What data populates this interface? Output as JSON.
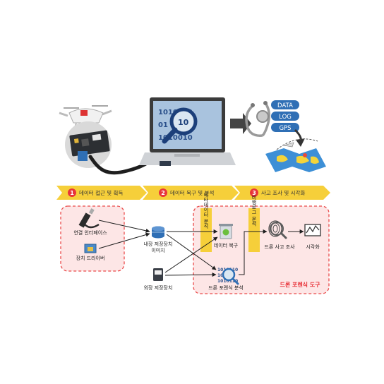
{
  "top_illustration": {
    "binary_lines": [
      "1010010",
      "01 10",
      "1010010"
    ],
    "magnifier_digits": "10",
    "tags": [
      "DATA",
      "LOG",
      "GPS"
    ]
  },
  "phases": [
    {
      "number": "1",
      "label": "데이터 접근 및 획득"
    },
    {
      "number": "2",
      "label": "데이터 복구 및 분석"
    },
    {
      "number": "3",
      "label": "사고 조사 및 시각화"
    }
  ],
  "nodes": {
    "connection_interface": "연결 인터페이스",
    "device_driver": "장치 드라이버",
    "internal_storage": [
      "내장 저장장치",
      "이미지"
    ],
    "external_storage": "외장 저장장치",
    "metadata_analysis": "메타데이터 분석",
    "data_recovery": "데이터 복구",
    "flight_log_analysis": "비행로그 분석",
    "drone_forensic_analysis": "드론 포렌식 분석",
    "drone_accident_investigation": "드론 사고 조사",
    "visualization": "시각화",
    "forensic_tool_title": "드론 포렌식 도구"
  },
  "colors": {
    "accent_red": "#e8343a",
    "arrow_yellow": "#f6cf3a",
    "dashed_red": "#ea4a4a",
    "pink_fill": "#fde6e6",
    "screen_blue": "#a9c3de"
  }
}
